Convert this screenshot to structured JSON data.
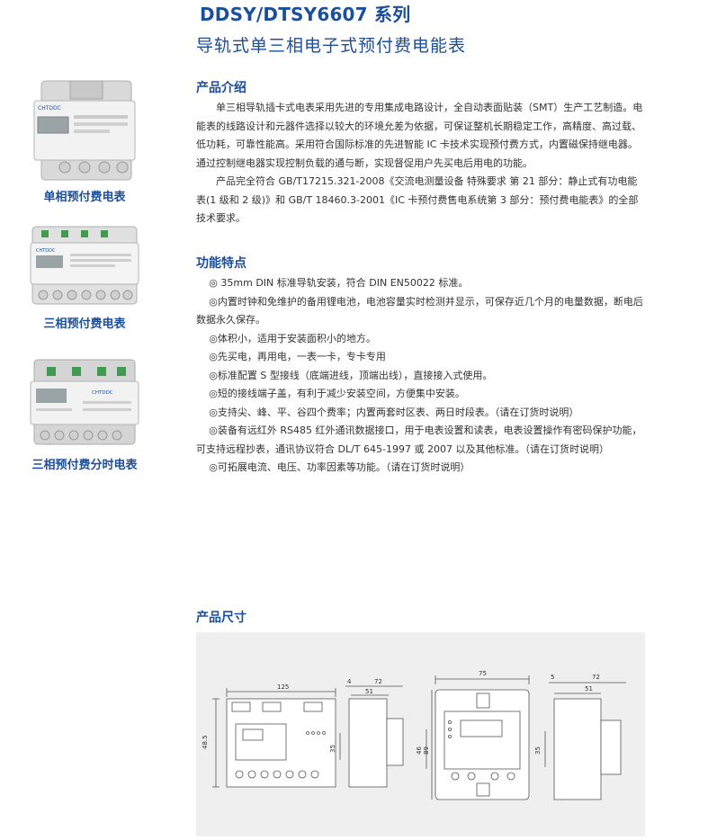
{
  "header": {
    "model": "DDSY/DTSY6607 系列",
    "product_title": "导轨式单三相电子式预付费电能表"
  },
  "products": [
    {
      "caption": "单相预付费电表",
      "brand": "CHTDDC"
    },
    {
      "caption": "三相预付费电表",
      "brand": "CHTDDC"
    },
    {
      "caption": "三相预付费分时电表",
      "brand": "CHTDDC"
    }
  ],
  "intro": {
    "heading": "产品介绍",
    "paragraphs": [
      "单三相导轨插卡式电表采用先进的专用集成电路设计，全自动表面贴装（SMT）生产工艺制造。电能表的线路设计和元器件选择以较大的环境允差为依据，可保证整机长期稳定工作，高精度、高过载、低功耗，可靠性能高。采用符合国际标准的先进智能 IC 卡技术实现预付费方式，内置磁保持继电器。通过控制继电器实现控制负载的通与断，实现督促用户先买电后用电的功能。",
      "产品完全符合 GB/T17215.321-2008《交流电测量设备 特殊要求 第 21 部分：静止式有功电能表(1 级和 2 级)》和 GB/T 18460.3-2001《IC 卡预付费售电系统第 3 部分：预付费电能表》的全部技术要求。"
    ]
  },
  "features": {
    "heading": "功能特点",
    "items": [
      "◎ 35mm DIN 标准导轨安装，符合 DIN EN50022 标准。",
      "◎内置时钟和免维护的备用锂电池，电池容量实时检测并显示，可保存近几个月的电量数据，断电后数据永久保存。",
      "◎体积小，适用于安装面积小的地方。",
      "◎先买电，再用电，一表一卡，专卡专用",
      "◎标准配置 S 型接线（底端进线，顶端出线），直接接入式使用。",
      "◎短的接线端子盖，有利于减少安装空间，方便集中安装。",
      "◎支持尖、峰、平、谷四个费率；内置两套时区表、两日时段表。（请在订货时说明）",
      "◎装备有远红外 RS485 红外通讯数据接口，用于电表设置和读表，电表设置操作有密码保护功能，可支持远程抄表，通讯协议符合 DL/T 645-1997 或 2007 以及其他标准。（请在订货时说明）",
      "◎可拓展电流、电压、功率因素等功能。（请在订货时说明）"
    ]
  },
  "dimensions": {
    "heading": "产品尺寸",
    "labels": {
      "w1": "125",
      "d1a": "4",
      "d1b": "72",
      "d1c": "51",
      "h1": "48.5",
      "h1b": "35",
      "w2": "75",
      "h2a": "46",
      "h2b": "89",
      "d2a": "5",
      "d2b": "72",
      "d2c": "51",
      "h2c": "35"
    }
  }
}
